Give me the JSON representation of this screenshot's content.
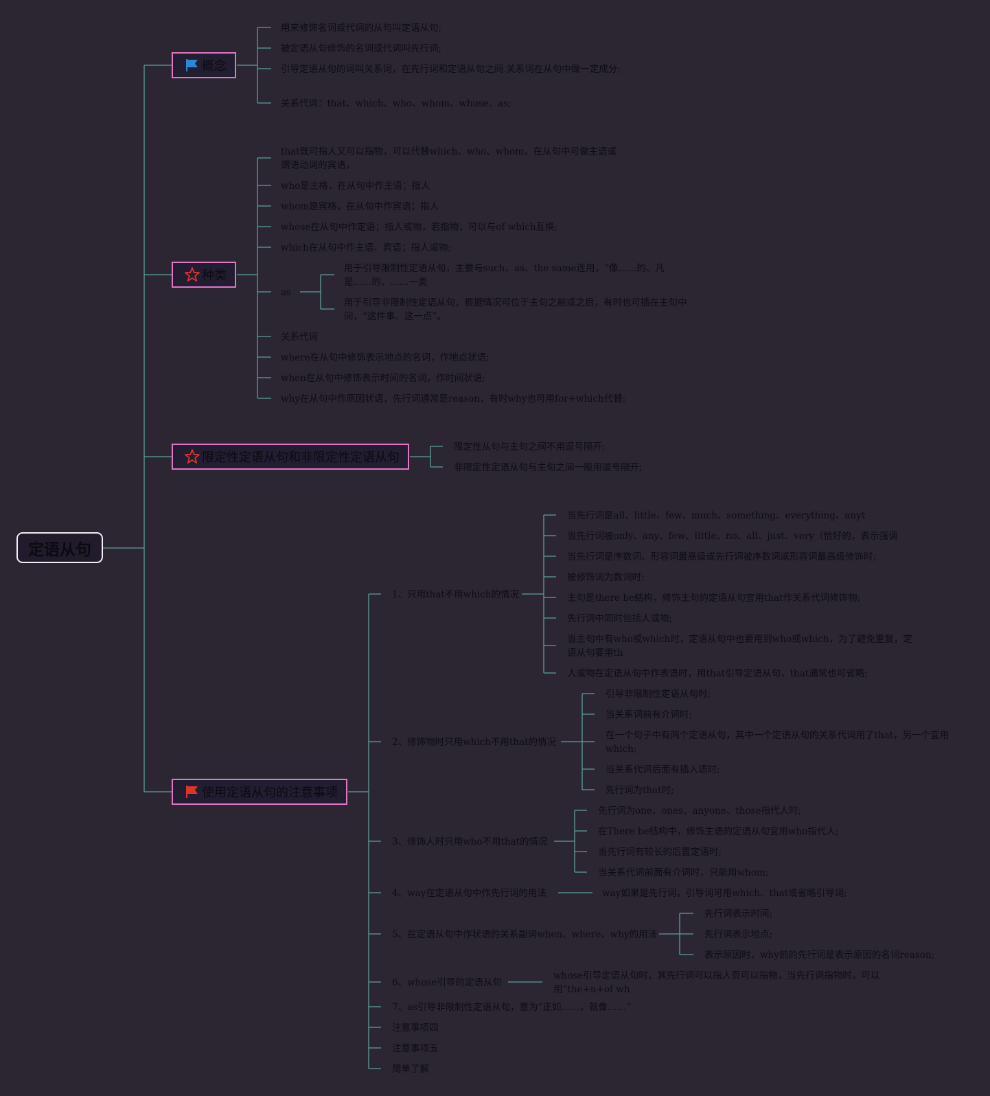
{
  "root": {
    "label": "定语从句"
  },
  "concept": {
    "label": "概念",
    "icon": "blue-flag-icon",
    "items": [
      "用来修饰名词或代词的从句叫定语从句;",
      "被定语从句修饰的名词或代词叫先行词;",
      "引导定语从句的词叫关系词，在先行词和定语从句之间.关系词在从句中做一定成分;",
      "关系代词：that、which、who、whom、whose、as;"
    ]
  },
  "types": {
    "label": "种类",
    "icon": "red-star-icon",
    "items": [
      "that既可指人又可以指物，可以代替which、who、whom，在从句中可做主语或谓语动词的宾语，",
      "who是主格，在从句中作主语；指人",
      "whom是宾格，在从句中作宾语；指人",
      "whose在从句中作定语；指人或物，若指物，可以与of which互换;",
      "which在从句中作主语、宾语；指人或物;"
    ],
    "as_label": "as",
    "as_items": [
      "用于引导限制性定语从句，主要与such、as、the same连用，“像……的、凡是……的、……一类",
      "用于引导非限制性定语从句，根据情况可位于主句之前或之后，有时也可插在主句中间，“这件事、这一点”。"
    ],
    "items2": [
      "关系代词",
      "where在从句中修饰表示地点的名词，作地点状语;",
      "when在从句中修饰表示时间的名词，作时间状语;",
      "why在从句中作原因状语，先行词通常是reason，有时why也可用for+which代替;"
    ]
  },
  "restrictive": {
    "label": "限定性定语从句和非限定性定语从句",
    "icon": "red-star-icon",
    "items": [
      "限定性从句与主句之间不用逗号隔开;",
      "非限定性定语从句与主句之间一般用逗号隔开;"
    ]
  },
  "notes": {
    "label": "使用定语从句的注意事项",
    "icon": "red-flag-icon",
    "g1": {
      "label": "1、只用that不用which的情况",
      "items": [
        "当先行词是all、little、few、much、something、everything、anyt",
        "当先行词被only、any、few、little、no、all、just、very（恰好的，表示强调",
        "当先行词是序数词、形容词最高级或先行词被序数词或形容词最高级修饰时;",
        "被修饰词为数词时;",
        "主句是there be结构，修饰主句的定语从句宜用that作关系代词修饰物;",
        "先行词中同时包括人或物;",
        "当主句中有who或which时，定语从句中也要用到who或which，为了避免重复，定语从句要用th",
        "人或物在定语从句中作表语时，用that引导定语从句，that通常也可省略;"
      ]
    },
    "g2": {
      "label": "2、修饰物时只用which不用that的情况",
      "items": [
        "引导非限制性定语从句时;",
        "当关系词前有介词时;",
        "在一个句子中有两个定语从句，其中一个定语从句的关系代词用了that，另一个宜用which;",
        "当关系代词后面有插入语时;",
        "先行词为that时;"
      ]
    },
    "g3": {
      "label": "3、修饰人时只用who不用that的情况",
      "items": [
        "先行词为one、ones、anyone、those指代人时;",
        "在There be结构中，修饰主语的定语从句宜用who指代人;",
        "当先行词有较长的后置定语时;",
        "当关系代词前面有介词时，只能用whom;"
      ]
    },
    "g4": {
      "label": "4、way在定语从句中作先行词的用法",
      "items": [
        "way如果是先行词，引导词可用which、that或省略引导词;"
      ]
    },
    "g5": {
      "label": "5、在定语从句中作状语的关系副词when、where、why的用法",
      "items": [
        "先行词表示时间;",
        "先行词表示地点;",
        "表示原因时，why前的先行词是表示原因的名词reason;"
      ]
    },
    "g6": {
      "label": "6、whose引导的定语从句",
      "items": [
        "whose引导定语从句时，其先行词可以指人页可以指物，当先行词指物时，可以用“the+n+of wh"
      ]
    },
    "g7": {
      "label": "7、as引导非限制性定语从句，意为“正如……，就像……”"
    },
    "extra": [
      "注意事项四",
      "注意事项五",
      "简单了解"
    ]
  },
  "colors": {
    "background": "#2b2632",
    "connector": "#5d9f98",
    "topic_border": "#e377c6",
    "root_border": "#f1eef6",
    "text": "#0e0c12"
  }
}
